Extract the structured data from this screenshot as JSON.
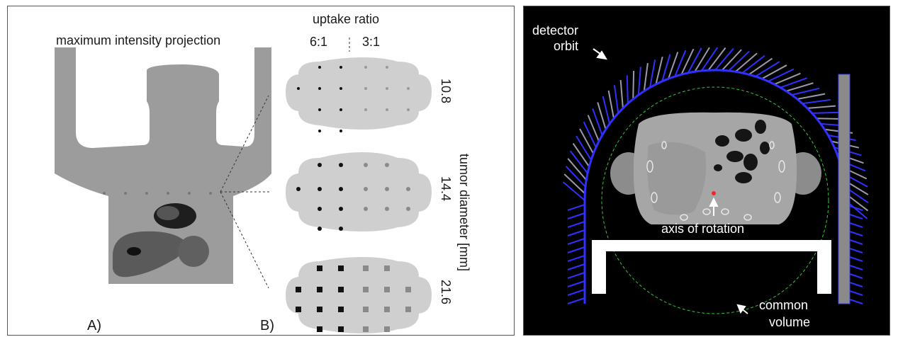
{
  "left": {
    "title": "maximum intensity projection",
    "uptake_title": "uptake ratio",
    "ratio_high": "6:1",
    "ratio_low": "3:1",
    "diameters": [
      "10.8",
      "14.4",
      "21.6"
    ],
    "diameter_axis": "tumor diameter [mm]",
    "panel_a": "A)",
    "panel_b": "B)"
  },
  "right": {
    "detector_line1": "detector",
    "detector_line2": "orbit",
    "axis_label": "axis of rotation",
    "common_line1": "common",
    "common_line2": "volume"
  },
  "colors": {
    "orbit": "#3030ff",
    "fov_circle": "#33cc33",
    "axis_marker": "#ff2020"
  }
}
